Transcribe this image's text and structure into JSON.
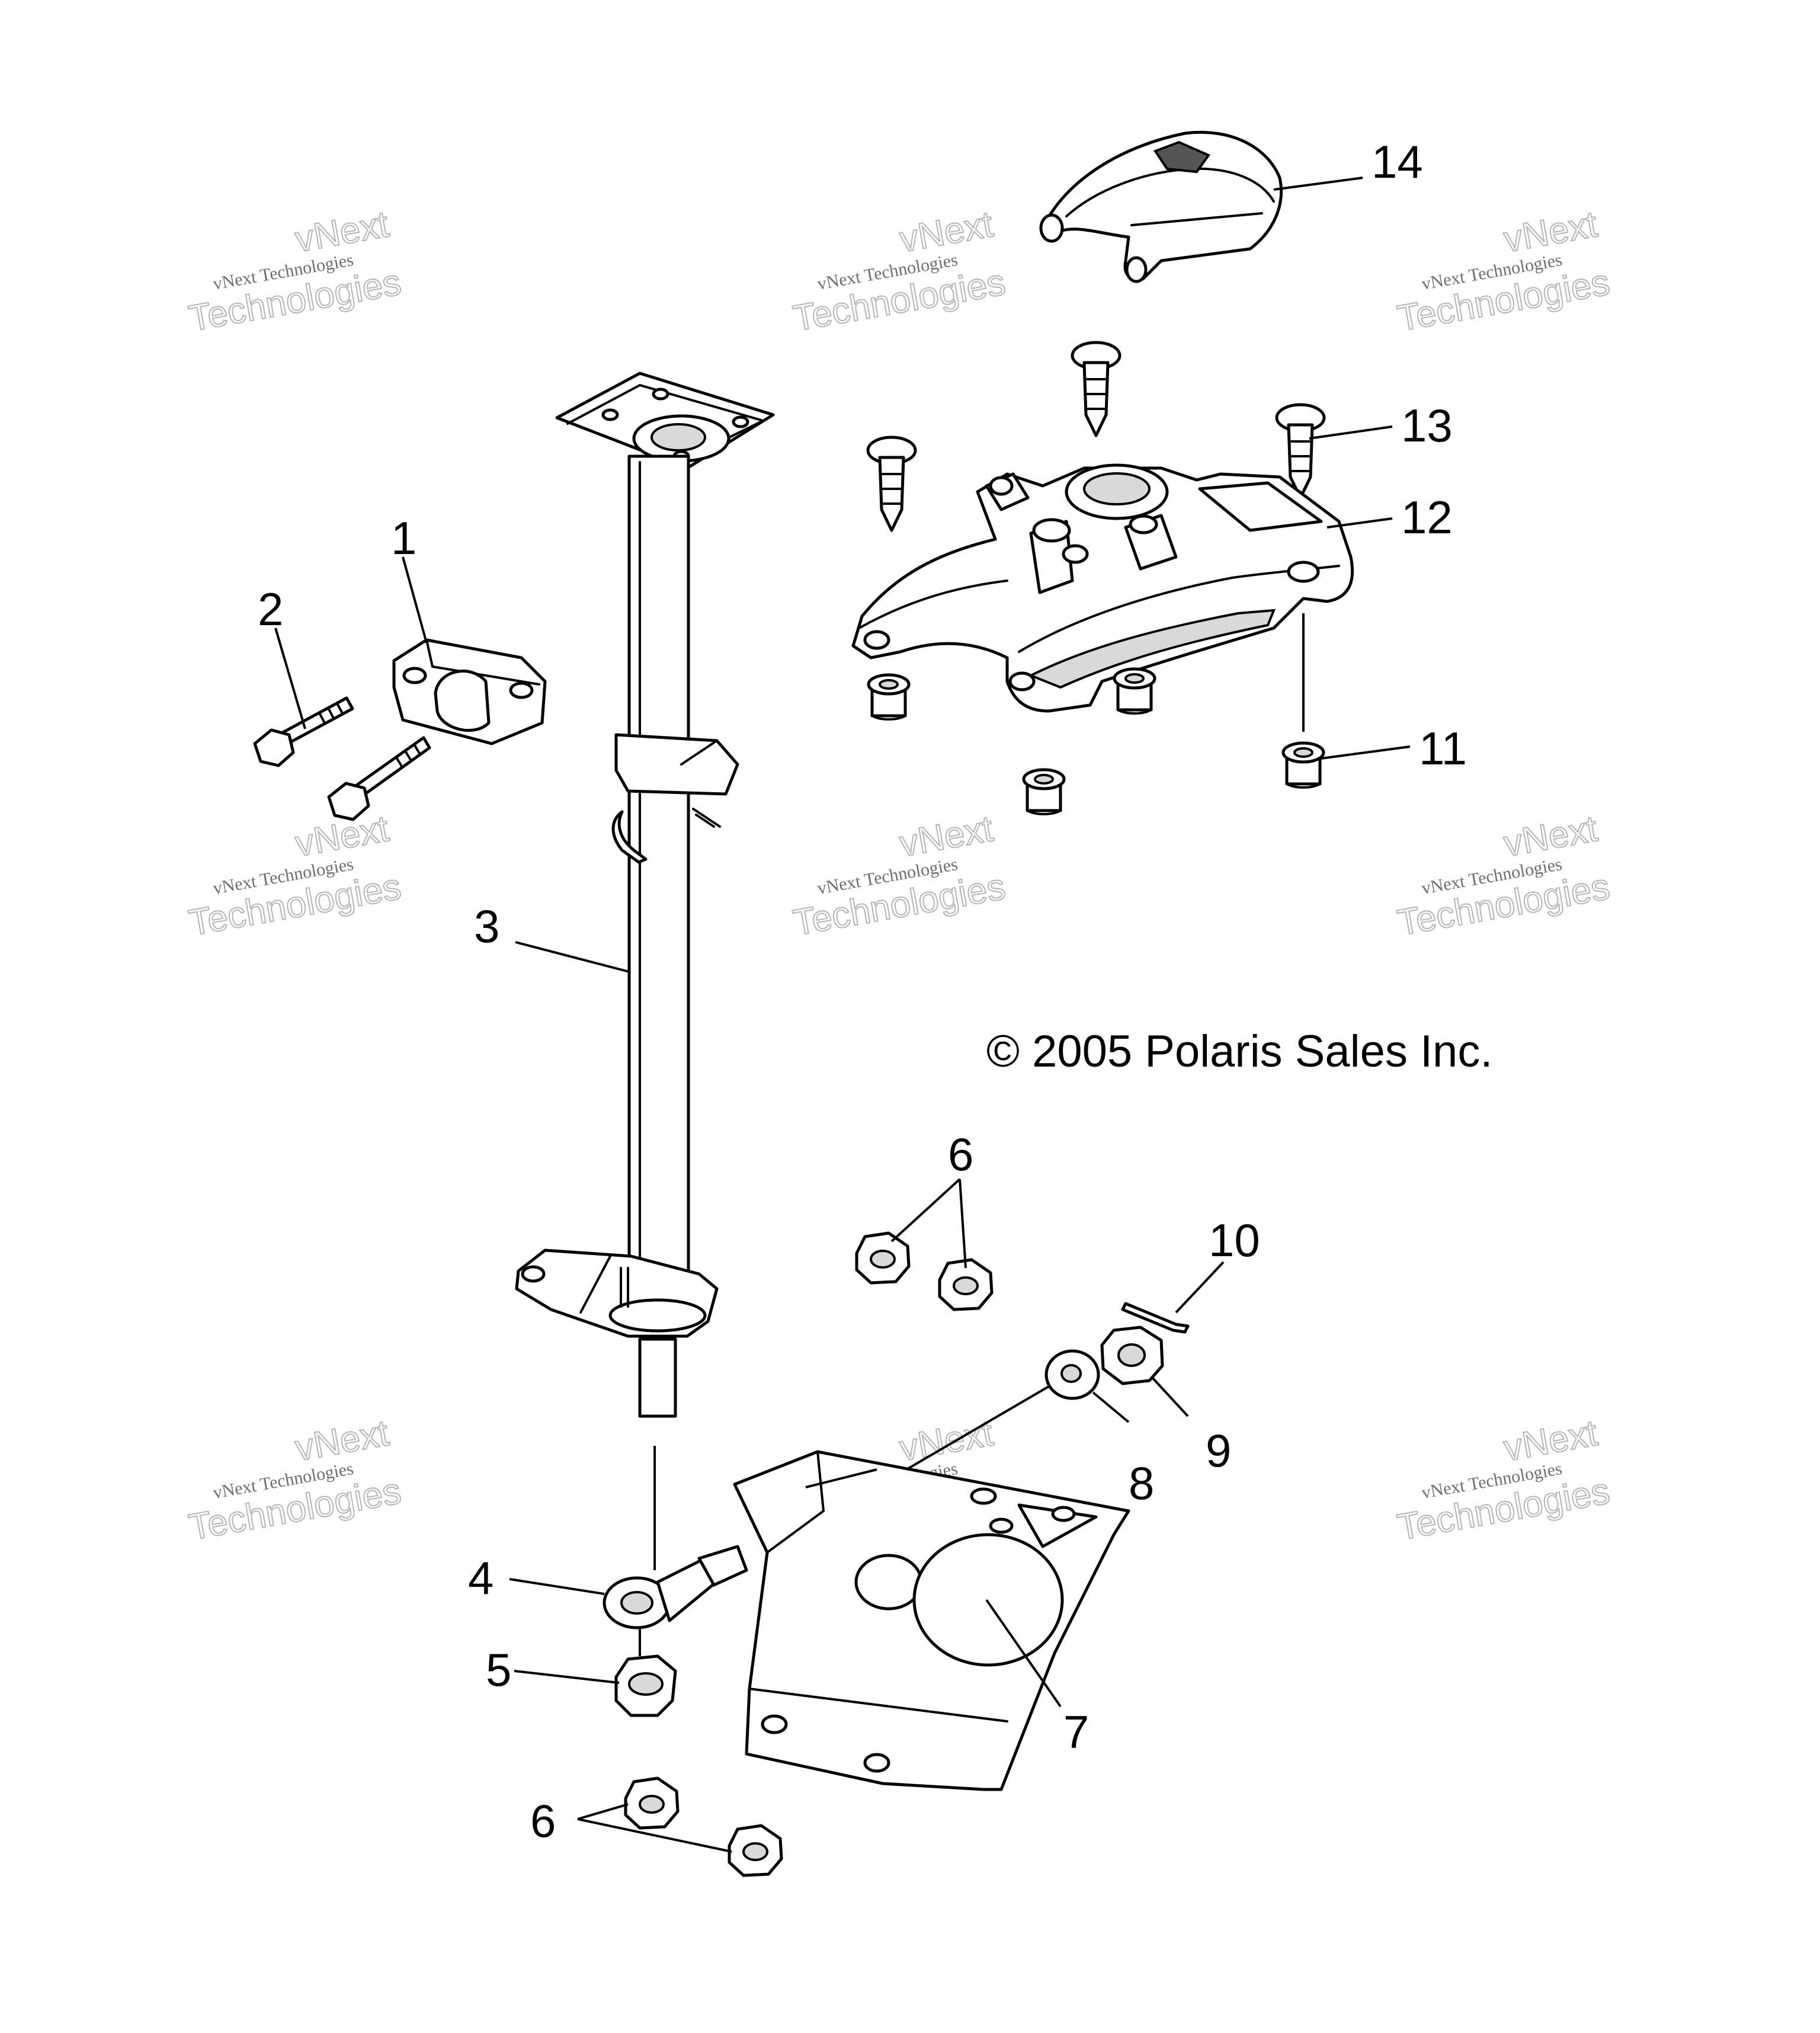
{
  "copyright": "© 2005 Polaris Sales Inc.",
  "watermark": {
    "top": "vNext",
    "middle": "vNext Technologies",
    "bottom": "Technologies"
  },
  "callouts": [
    {
      "id": "1",
      "label": "1"
    },
    {
      "id": "2",
      "label": "2"
    },
    {
      "id": "3",
      "label": "3"
    },
    {
      "id": "4",
      "label": "4"
    },
    {
      "id": "5",
      "label": "5"
    },
    {
      "id": "6a",
      "label": "6"
    },
    {
      "id": "6b",
      "label": "6"
    },
    {
      "id": "7",
      "label": "7"
    },
    {
      "id": "8",
      "label": "8"
    },
    {
      "id": "9",
      "label": "9"
    },
    {
      "id": "10",
      "label": "10"
    },
    {
      "id": "11",
      "label": "11"
    },
    {
      "id": "12",
      "label": "12"
    },
    {
      "id": "13",
      "label": "13"
    },
    {
      "id": "14",
      "label": "14"
    }
  ]
}
